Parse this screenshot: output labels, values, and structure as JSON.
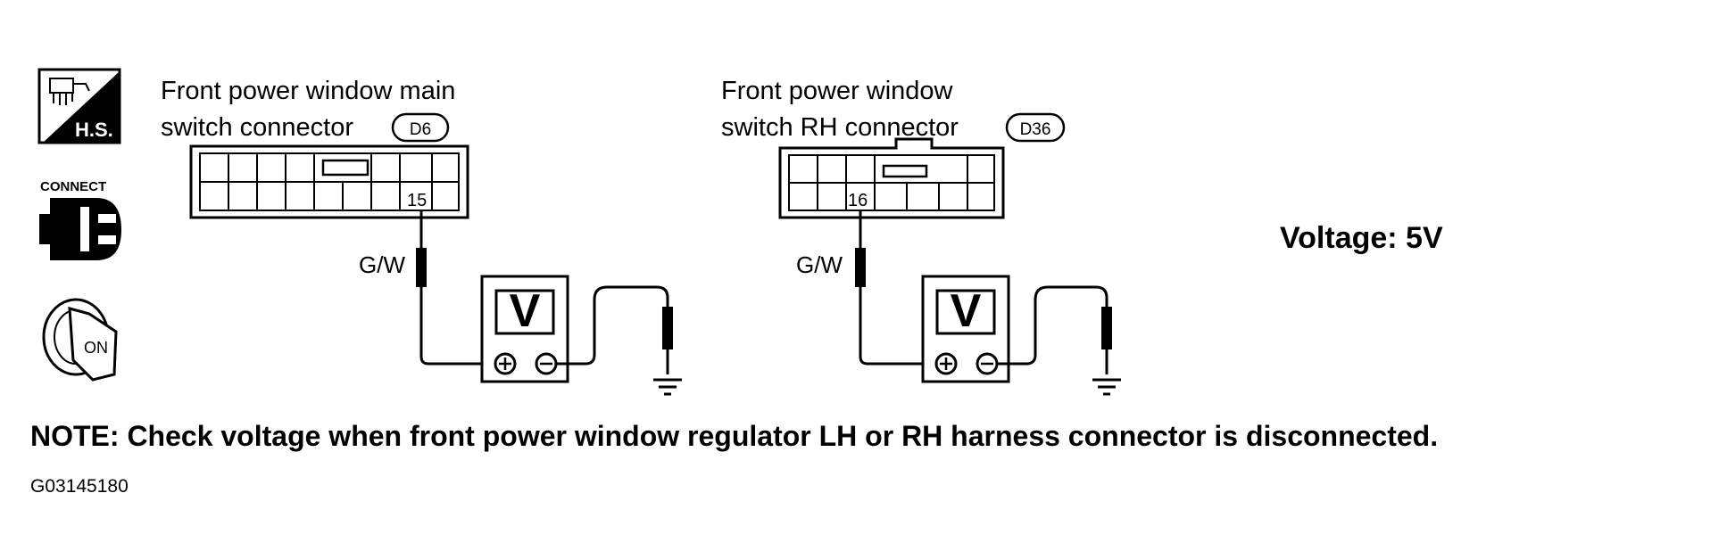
{
  "icons": {
    "harness_icon": "hand-with-connector-icon",
    "harness_label": "H.S.",
    "connect_icon": "connector-plug-icon",
    "connect_label": "CONNECT",
    "ignition_icon": "ignition-key-icon",
    "ignition_label": "ON"
  },
  "left_connector": {
    "title_line1": "Front power window main",
    "title_line2": "switch connector",
    "id": "D6",
    "pin": "15",
    "wire_color": "G/W"
  },
  "right_connector": {
    "title_line1": "Front power window",
    "title_line2": "switch RH connector",
    "id": "D36",
    "pin": "16",
    "wire_color": "G/W"
  },
  "meter": {
    "symbol": "V",
    "plus": "+",
    "minus": "−"
  },
  "voltage": "Voltage: 5V",
  "note": "NOTE: Check voltage when front power window regulator LH or RH harness connector is disconnected.",
  "figure_code": "G03145180"
}
